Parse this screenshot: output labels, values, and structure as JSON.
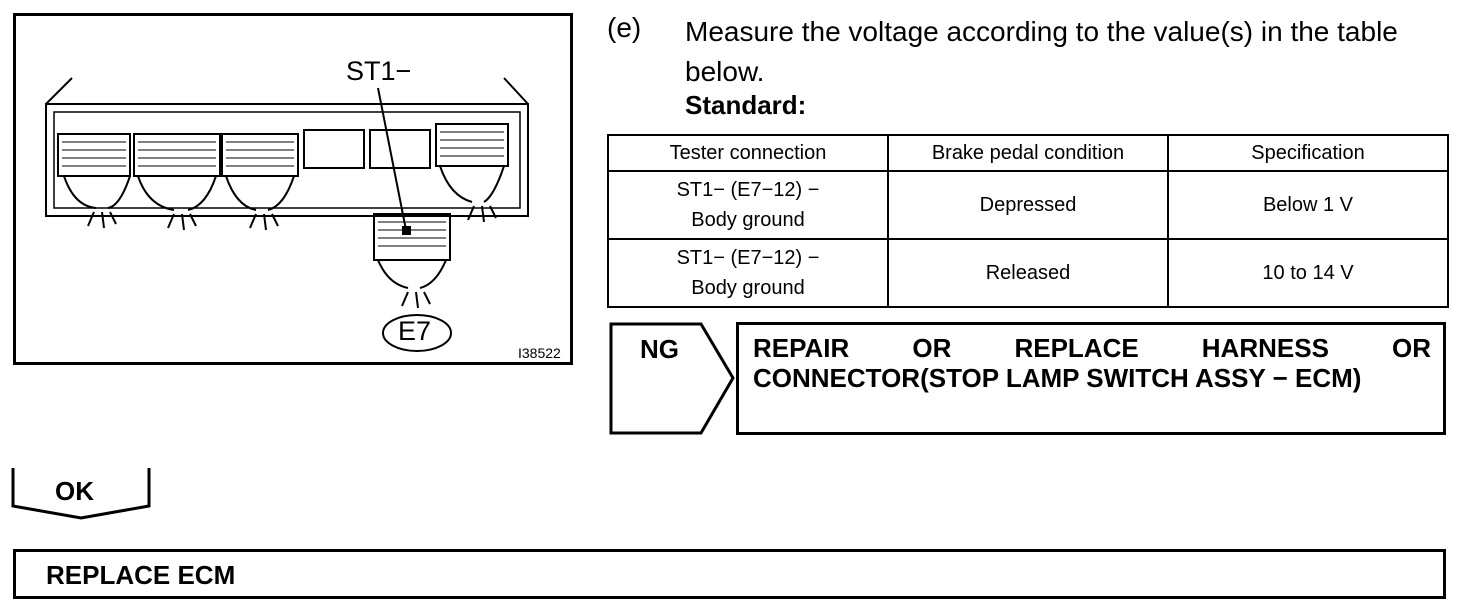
{
  "figure": {
    "pin_label": "ST1−",
    "connector_label": "E7",
    "figure_id": "I38522"
  },
  "instruction": {
    "step": "(e)",
    "text": "Measure the voltage according to the value(s) in the table below.",
    "standard_label": "Standard:"
  },
  "table": {
    "headers": [
      "Tester connection",
      "Brake pedal condition",
      "Specification"
    ],
    "rows": [
      {
        "connection_line1": "ST1− (E7−12) −",
        "connection_line2": "Body ground",
        "condition": "Depressed",
        "spec": "Below 1 V"
      },
      {
        "connection_line1": "ST1− (E7−12) −",
        "connection_line2": "Body ground",
        "condition": "Released",
        "spec": "10 to 14 V"
      }
    ]
  },
  "ng": {
    "label": "NG",
    "action": "REPAIR OR REPLACE HARNESS OR CONNECTOR(STOP LAMP SWITCH ASSY − ECM)"
  },
  "ok": {
    "label": "OK",
    "action": "REPLACE ECM"
  }
}
